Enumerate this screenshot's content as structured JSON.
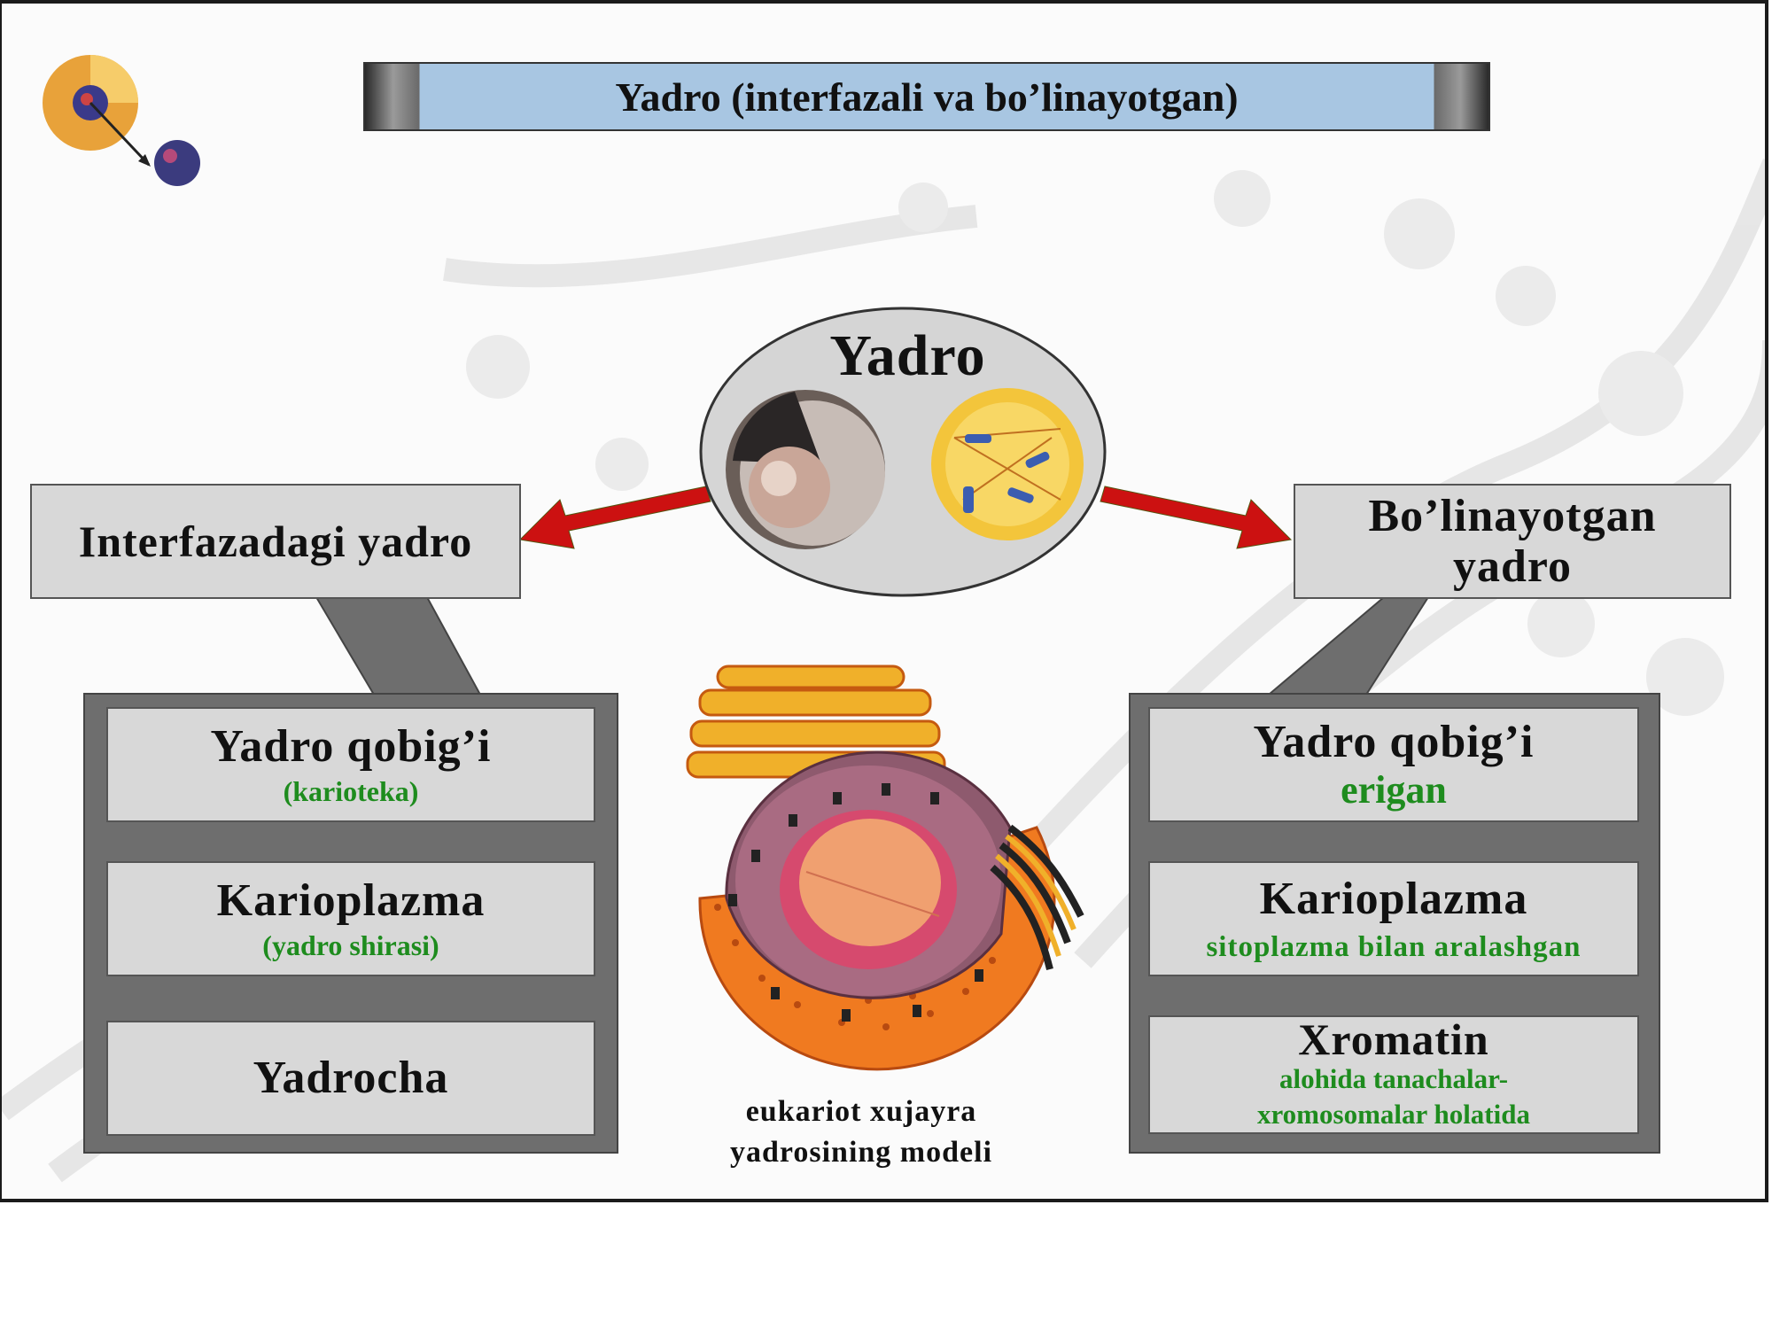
{
  "title": "Yadro (interfazali va bo’linayotgan)",
  "center": {
    "label": "Yadro"
  },
  "left_header": "Interfazadagi yadro",
  "right_header": {
    "line1": "Bo’linayotgan",
    "line2": "yadro"
  },
  "left_items": [
    {
      "title": "Yadro qobig’i",
      "sub": "(karioteka)"
    },
    {
      "title": "Karioplazma",
      "sub": "(yadro shirasi)"
    },
    {
      "title": "Yadrocha"
    }
  ],
  "right_items": [
    {
      "title": "Yadro qobig’i",
      "sub": "erigan"
    },
    {
      "title": "Karioplazma",
      "sub": "sitoplazma bilan aralashgan"
    },
    {
      "title": "Xromatin",
      "sub": "alohida tanachalar-",
      "sub2": "xromosomalar holatida"
    }
  ],
  "model_caption": {
    "line1": "eukariot xujayra",
    "line2": "yadrosining modeli"
  },
  "colors": {
    "title_bar": "#a8c6e2",
    "box": "#d8d8d8",
    "panel": "#6e6e6e",
    "green_text": "#1e8c1e",
    "arrow": "#cc1111"
  }
}
